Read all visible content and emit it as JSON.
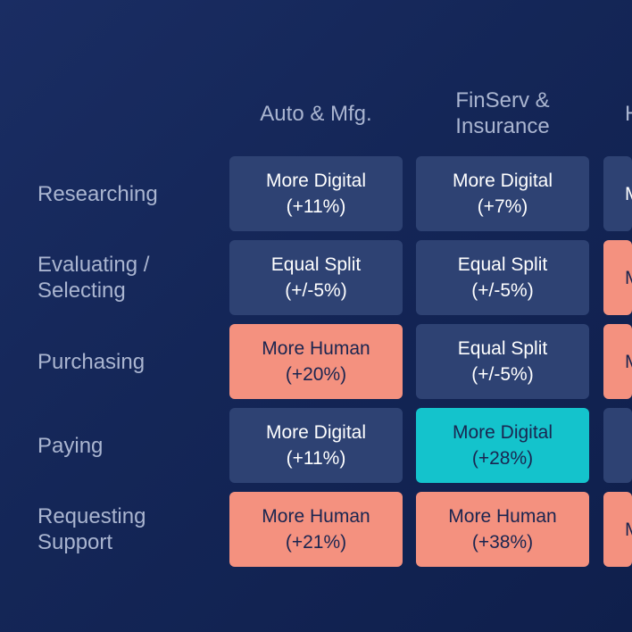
{
  "columns": [
    {
      "label": "Auto & Mfg."
    },
    {
      "label": "FinServ &\nInsurance"
    },
    {
      "label": "H"
    }
  ],
  "rows": [
    {
      "label": "Researching"
    },
    {
      "label": "Evaluating /\nSelecting"
    },
    {
      "label": "Purchasing"
    },
    {
      "label": "Paying"
    },
    {
      "label": "Requesting\nSupport"
    }
  ],
  "cells": [
    [
      {
        "label": "More Digital",
        "value": "(+11%)",
        "category": "digital"
      },
      {
        "label": "More Digital",
        "value": "(+7%)",
        "category": "digital"
      },
      {
        "label": "M",
        "value": "",
        "category": "digital"
      }
    ],
    [
      {
        "label": "Equal Split",
        "value": "(+/-5%)",
        "category": "equal"
      },
      {
        "label": "Equal Split",
        "value": "(+/-5%)",
        "category": "equal"
      },
      {
        "label": "M",
        "value": "",
        "category": "human"
      }
    ],
    [
      {
        "label": "More Human",
        "value": "(+20%)",
        "category": "human"
      },
      {
        "label": "Equal Split",
        "value": "(+/-5%)",
        "category": "equal"
      },
      {
        "label": "M",
        "value": "",
        "category": "human"
      }
    ],
    [
      {
        "label": "More Digital",
        "value": "(+11%)",
        "category": "digital"
      },
      {
        "label": "More Digital",
        "value": "(+28%)",
        "category": "highlight"
      },
      {
        "label": "",
        "value": "",
        "category": "digital"
      }
    ],
    [
      {
        "label": "More Human",
        "value": "(+21%)",
        "category": "human"
      },
      {
        "label": "More Human",
        "value": "(+38%)",
        "category": "human"
      },
      {
        "label": "M",
        "value": "",
        "category": "human"
      }
    ]
  ],
  "colors": {
    "background": "#142657",
    "digital": "#2e4273",
    "equal": "#2e4273",
    "human": "#f4917f",
    "highlight": "#14c3cc",
    "header_text": "#aab5d0"
  }
}
